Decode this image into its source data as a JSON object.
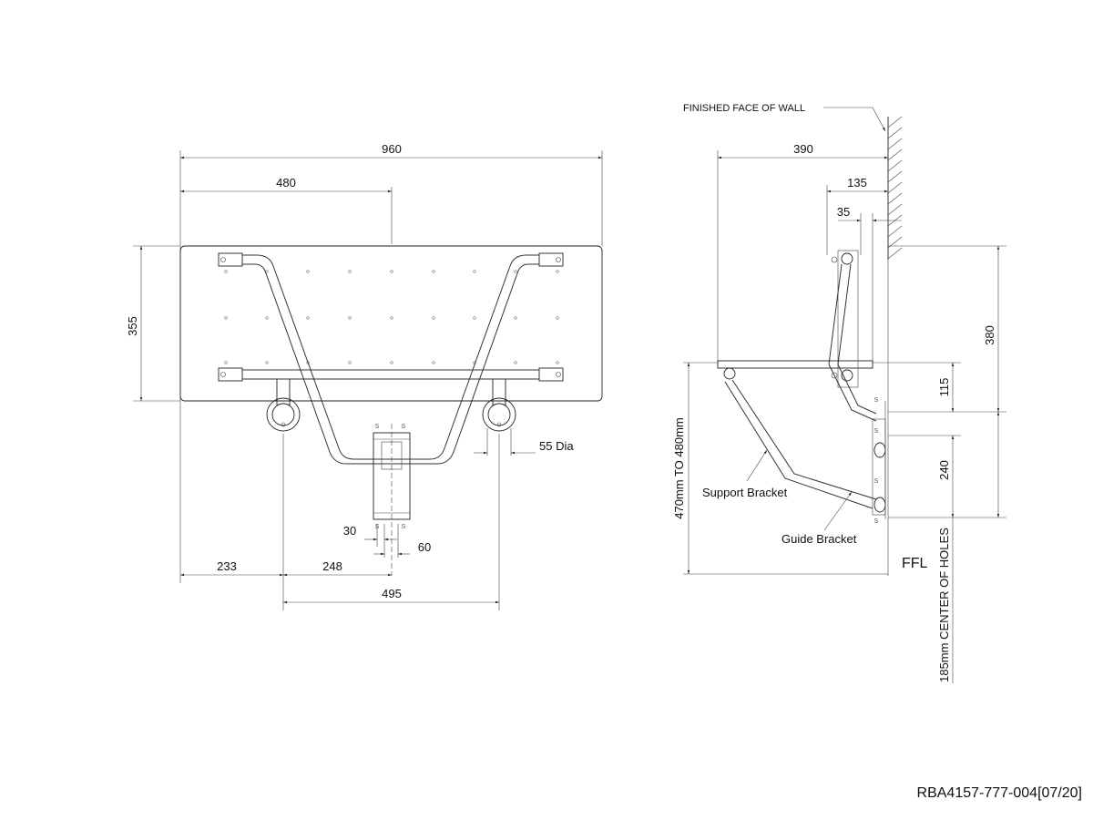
{
  "front_view": {
    "dims": {
      "overall_width": "960",
      "half_width": "480",
      "depth": "355",
      "tube_dia": "55 Dia",
      "plate_a": "30",
      "plate_b": "60",
      "edge_to_leg": "233",
      "leg_to_center": "248",
      "leg_spacing": "495"
    },
    "screw_mark": "S"
  },
  "side_view": {
    "wall_label": "FINISHED FACE OF WALL",
    "dims": {
      "projection": "390",
      "bracket_offset": "135",
      "plate_offset": "35",
      "upper_height": "380",
      "hole_gap": "115",
      "lower_gap": "240",
      "seat_height": "470mm TO 480mm",
      "hole_height": "185mm CENTER OF HOLES"
    },
    "labels": {
      "support_bracket": "Support Bracket",
      "guide_bracket": "Guide Bracket",
      "floor": "FFL"
    }
  },
  "drawing_ref": "RBA4157-777-004[07/20]"
}
